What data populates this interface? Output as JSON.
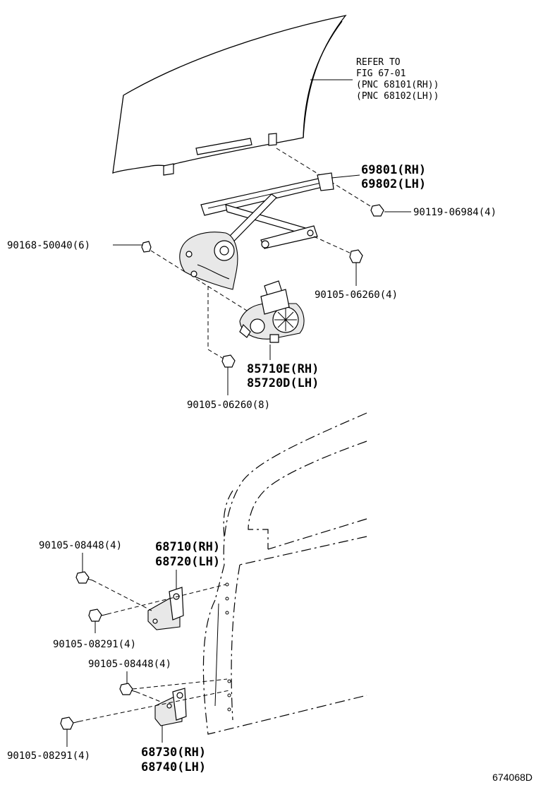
{
  "callouts": {
    "refer_line1": "REFER TO",
    "refer_line2": "FIG 67-01",
    "refer_line3": "(PNC 68101(RH))",
    "refer_line4": "(PNC 68102(LH))",
    "reg_rh": "69801(RH)",
    "reg_lh": "69802(LH)",
    "bolt_69984": "90119-06984(4)",
    "bolt_50040": "90168-50040(6)",
    "bolt_06260_4": "90105-06260(4)",
    "motor_rh": "85710E(RH)",
    "motor_lh": "85720D(LH)",
    "bolt_06260_8": "90105-06260(8)",
    "bolt_08448_upper": "90105-08448(4)",
    "hinge_upper_rh": "68710(RH)",
    "hinge_upper_lh": "68720(LH)",
    "bolt_08291_upper": "90105-08291(4)",
    "bolt_08448_lower": "90105-08448(4)",
    "bolt_08291_lower": "90105-08291(4)",
    "hinge_lower_rh": "68730(RH)",
    "hinge_lower_lh": "68740(LH)",
    "figure_code": "674068D"
  }
}
